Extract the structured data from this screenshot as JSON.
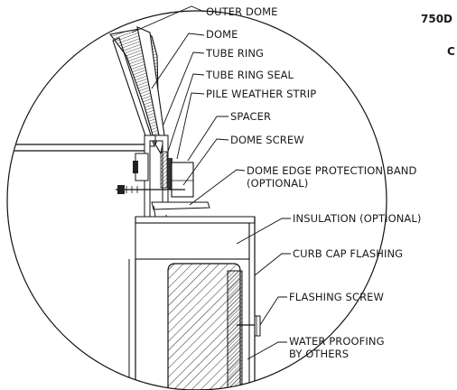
{
  "header": {
    "code": "750D",
    "sub": "C"
  },
  "labels": {
    "outer_dome": "OUTER DOME",
    "dome": "DOME",
    "tube_ring": "TUBE RING",
    "tube_ring_seal": "TUBE RING SEAL",
    "pile_weather_strip": "PILE WEATHER STRIP",
    "spacer": "SPACER",
    "dome_screw": "DOME SCREW",
    "dome_edge_protection_band": "DOME EDGE PROTECTION BAND",
    "dome_edge_protection_band_note": "(OPTIONAL)",
    "insulation": "INSULATION (OPTIONAL)",
    "curb_cap_flashing": "CURB CAP FLASHING",
    "flashing_screw": "FLASHING SCREW",
    "water_proofing_line1": "WATER PROOFING",
    "water_proofing_line2": "BY OTHERS"
  }
}
